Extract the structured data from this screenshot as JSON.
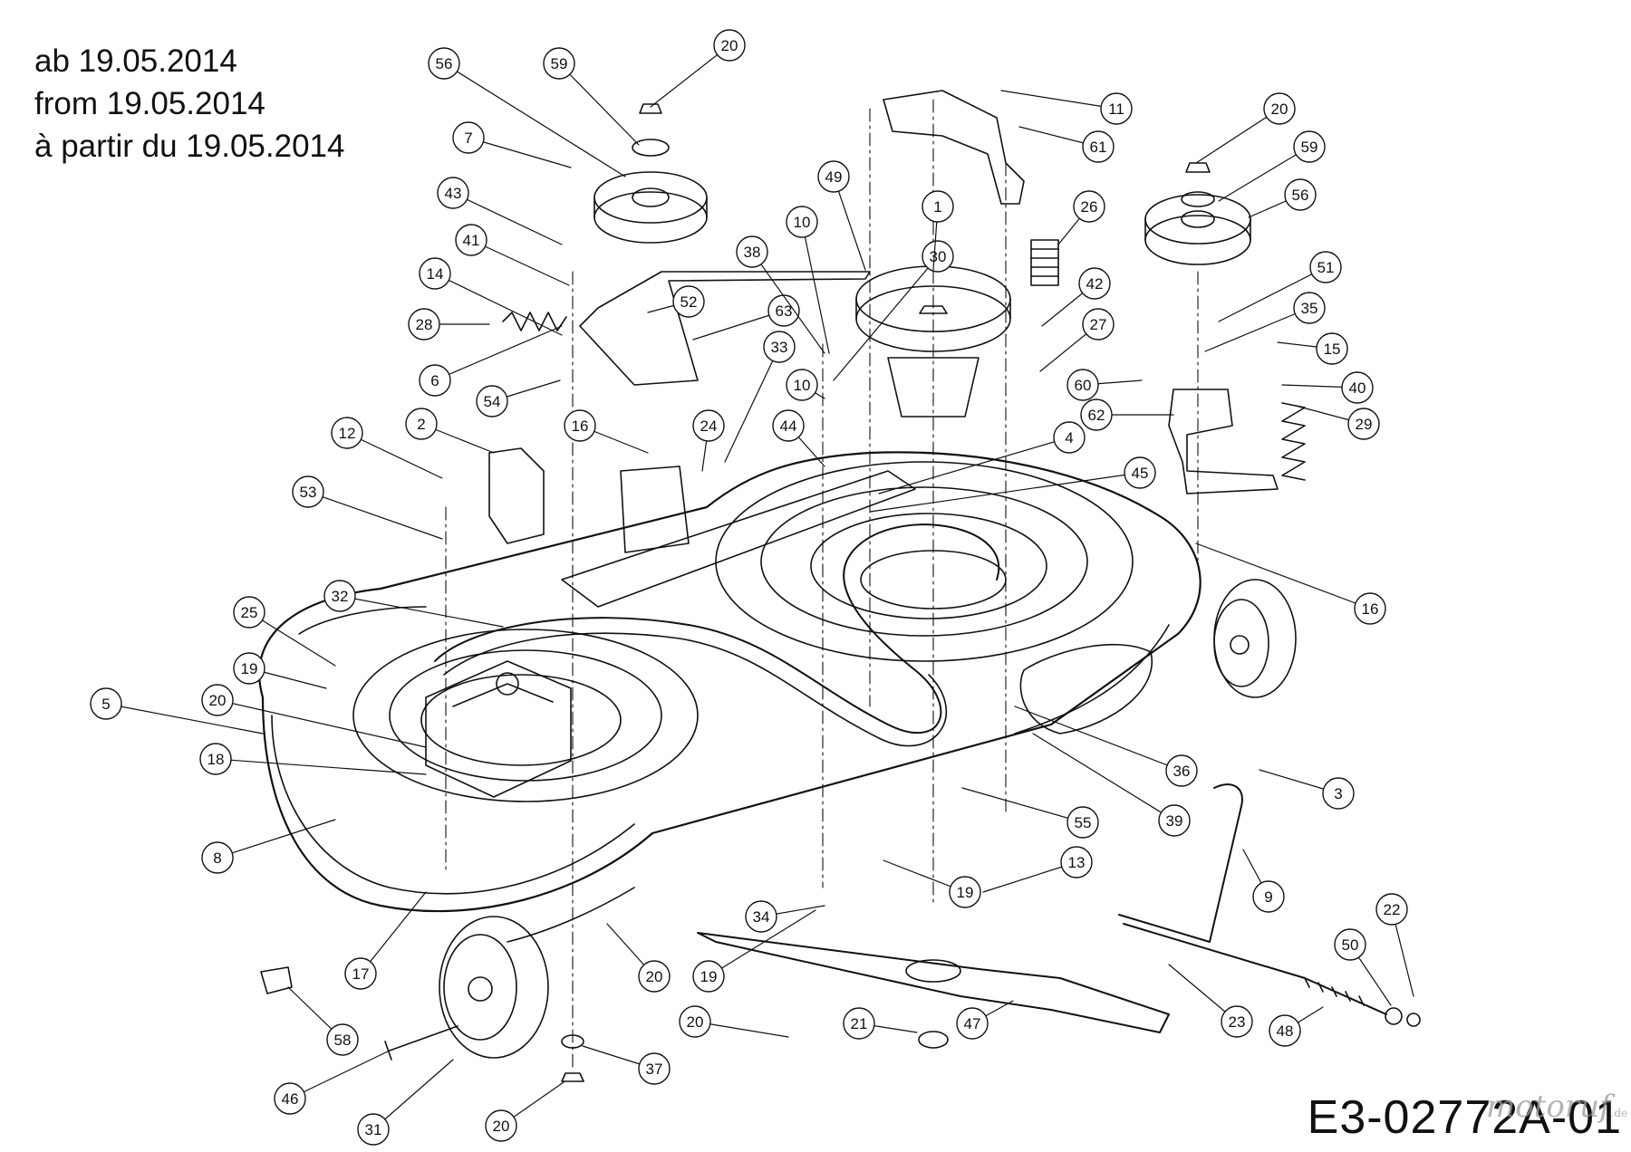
{
  "header": {
    "line_de": "ab 19.05.2014",
    "line_en": "from 19.05.2014",
    "line_fr": "à partir du 19.05.2014"
  },
  "drawing_code": "E3-02772A-01",
  "watermark": {
    "text": "motoruf",
    "suffix": ".de",
    "color": "#c98b3a"
  },
  "colors": {
    "ink": "#111111",
    "background": "#ffffff"
  },
  "callouts": [
    {
      "n": "56"
    },
    {
      "n": "59"
    },
    {
      "n": "20"
    },
    {
      "n": "7"
    },
    {
      "n": "43"
    },
    {
      "n": "41"
    },
    {
      "n": "14"
    },
    {
      "n": "28"
    },
    {
      "n": "6"
    },
    {
      "n": "54"
    },
    {
      "n": "52"
    },
    {
      "n": "63"
    },
    {
      "n": "38"
    },
    {
      "n": "10"
    },
    {
      "n": "49"
    },
    {
      "n": "30"
    },
    {
      "n": "33"
    },
    {
      "n": "10"
    },
    {
      "n": "1"
    },
    {
      "n": "11"
    },
    {
      "n": "61"
    },
    {
      "n": "26"
    },
    {
      "n": "42"
    },
    {
      "n": "27"
    },
    {
      "n": "20"
    },
    {
      "n": "59"
    },
    {
      "n": "56"
    },
    {
      "n": "51"
    },
    {
      "n": "35"
    },
    {
      "n": "15"
    },
    {
      "n": "60"
    },
    {
      "n": "40"
    },
    {
      "n": "62"
    },
    {
      "n": "29"
    },
    {
      "n": "12"
    },
    {
      "n": "2"
    },
    {
      "n": "16"
    },
    {
      "n": "24"
    },
    {
      "n": "44"
    },
    {
      "n": "4"
    },
    {
      "n": "45"
    },
    {
      "n": "53"
    },
    {
      "n": "16"
    },
    {
      "n": "32"
    },
    {
      "n": "25"
    },
    {
      "n": "19"
    },
    {
      "n": "20"
    },
    {
      "n": "5"
    },
    {
      "n": "18"
    },
    {
      "n": "8"
    },
    {
      "n": "36"
    },
    {
      "n": "3"
    },
    {
      "n": "55"
    },
    {
      "n": "39"
    },
    {
      "n": "13"
    },
    {
      "n": "19"
    },
    {
      "n": "9"
    },
    {
      "n": "34"
    },
    {
      "n": "17"
    },
    {
      "n": "20"
    },
    {
      "n": "19"
    },
    {
      "n": "22"
    },
    {
      "n": "50"
    },
    {
      "n": "23"
    },
    {
      "n": "58"
    },
    {
      "n": "20"
    },
    {
      "n": "21"
    },
    {
      "n": "47"
    },
    {
      "n": "48"
    },
    {
      "n": "37"
    },
    {
      "n": "46"
    },
    {
      "n": "31"
    },
    {
      "n": "20"
    }
  ]
}
